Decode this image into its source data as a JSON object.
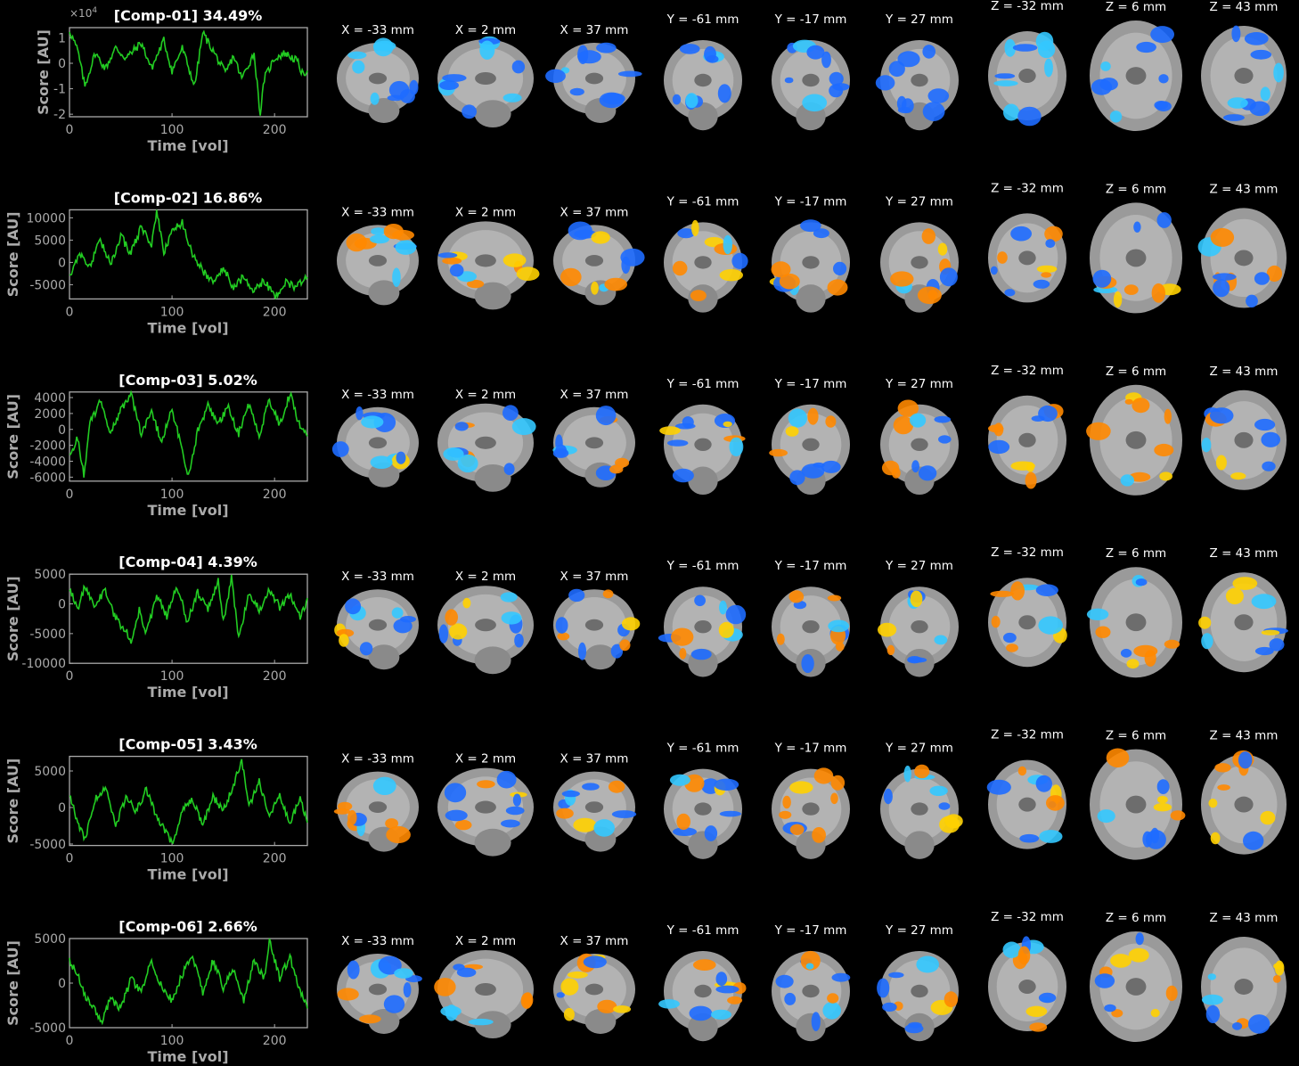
{
  "axes_common": {
    "xlabel": "Time [vol]",
    "ylabel": "Score [AU]",
    "xlim": [
      0,
      232
    ],
    "xticks": [
      0,
      100,
      200
    ]
  },
  "slice_labels": {
    "sagittal": [
      "X = -33 mm",
      "X = 2 mm",
      "X = 37 mm"
    ],
    "coronal": [
      "Y = -61 mm",
      "Y = -17 mm",
      "Y = 27 mm"
    ],
    "axial": [
      "Z = -32 mm",
      "Z = 6 mm",
      "Z = 43 mm"
    ]
  },
  "colors": {
    "trace": "#22cc22",
    "positive_map": "#ff8800",
    "positive_map_peak": "#ffd000",
    "negative_map": "#1e6cff",
    "negative_map_peak": "#33c8ff",
    "brain": "#9a9a9a",
    "axis": "#aaaaaa",
    "plot_bg": "#000000"
  },
  "components": [
    {
      "title": "[Comp-01] 34.49%",
      "multiplier_base": "×10",
      "multiplier_exp": "4",
      "ylim": [
        -2.1,
        1.4
      ],
      "yticks": [
        1,
        0,
        -1,
        -2
      ],
      "ytick_labels": [
        "1",
        "0",
        "-1",
        "-2"
      ]
    },
    {
      "title": "[Comp-02] 16.86%",
      "ylim": [
        -8200,
        11800
      ],
      "yticks": [
        10000,
        5000,
        0,
        -5000
      ],
      "ytick_labels": [
        "10000",
        "5000",
        "0",
        "-5000"
      ]
    },
    {
      "title": "[Comp-03] 5.02%",
      "ylim": [
        -6500,
        4700
      ],
      "yticks": [
        4000,
        2000,
        0,
        -2000,
        -4000,
        -6000
      ],
      "ytick_labels": [
        "4000",
        "2000",
        "0",
        "-2000",
        "-4000",
        "-6000"
      ]
    },
    {
      "title": "[Comp-04] 4.39%",
      "ylim": [
        -10000,
        5000
      ],
      "yticks": [
        5000,
        0,
        -5000,
        -10000
      ],
      "ytick_labels": [
        "5000",
        "0",
        "-5000",
        "-10000"
      ]
    },
    {
      "title": "[Comp-05] 3.43%",
      "ylim": [
        -5200,
        7000
      ],
      "yticks": [
        5000,
        0,
        -5000
      ],
      "ytick_labels": [
        "5000",
        "0",
        "-5000"
      ]
    },
    {
      "title": "[Comp-06] 2.66%",
      "ylim": [
        -5000,
        5000
      ],
      "yticks": [
        5000,
        0,
        -5000
      ],
      "ytick_labels": [
        "5000",
        "0",
        "-5000"
      ]
    }
  ],
  "chart_data": [
    {
      "type": "line",
      "title": "[Comp-01] 34.49%",
      "xlabel": "Time [vol]",
      "ylabel": "Score [AU]",
      "ylim": [
        -2.1,
        1.4
      ],
      "y_multiplier": "×10^4",
      "x": [
        0,
        8,
        15,
        25,
        35,
        45,
        55,
        70,
        80,
        92,
        100,
        110,
        122,
        130,
        140,
        152,
        160,
        168,
        180,
        186,
        190,
        200,
        210,
        222,
        228,
        232
      ],
      "series": [
        {
          "values": [
            1.3,
            0.5,
            -0.9,
            0.4,
            -0.2,
            0.6,
            0.2,
            0.8,
            -0.2,
            0.9,
            -0.3,
            0.6,
            -0.9,
            1.2,
            0.5,
            -0.4,
            0.3,
            -0.6,
            0.4,
            -2.0,
            -0.6,
            0.2,
            0.4,
            0.1,
            -0.5,
            -0.2
          ]
        }
      ]
    },
    {
      "type": "line",
      "title": "[Comp-02] 16.86%",
      "xlabel": "Time [vol]",
      "ylabel": "Score [AU]",
      "ylim": [
        -8200,
        11800
      ],
      "x": [
        0,
        10,
        20,
        30,
        40,
        50,
        60,
        70,
        80,
        85,
        92,
        100,
        110,
        120,
        130,
        140,
        150,
        160,
        170,
        180,
        190,
        200,
        210,
        220,
        232
      ],
      "series": [
        {
          "values": [
            -3000,
            2000,
            -1000,
            5000,
            -500,
            6000,
            2000,
            8000,
            4000,
            11500,
            2000,
            7000,
            9000,
            2000,
            -2000,
            -4000,
            -1000,
            -6000,
            -3000,
            -6500,
            -4000,
            -8000,
            -4500,
            -5500,
            -3000
          ]
        }
      ]
    },
    {
      "type": "line",
      "title": "[Comp-03] 5.02%",
      "xlabel": "Time [vol]",
      "ylabel": "Score [AU]",
      "ylim": [
        -6500,
        4700
      ],
      "x": [
        0,
        8,
        14,
        20,
        30,
        40,
        50,
        60,
        70,
        80,
        90,
        100,
        110,
        116,
        125,
        135,
        145,
        155,
        165,
        175,
        185,
        195,
        205,
        215,
        225,
        232
      ],
      "series": [
        {
          "values": [
            -3500,
            -1000,
            -5800,
            800,
            3500,
            -500,
            2500,
            4300,
            -500,
            2000,
            -1500,
            2500,
            -2500,
            -6000,
            -200,
            3000,
            800,
            2800,
            -500,
            3200,
            -800,
            3800,
            500,
            4500,
            200,
            -800
          ]
        }
      ]
    },
    {
      "type": "line",
      "title": "[Comp-04] 4.39%",
      "xlabel": "Time [vol]",
      "ylabel": "Score [AU]",
      "ylim": [
        -10000,
        5000
      ],
      "x": [
        0,
        8,
        15,
        25,
        35,
        45,
        55,
        60,
        68,
        75,
        85,
        95,
        105,
        115,
        125,
        135,
        145,
        150,
        158,
        165,
        175,
        185,
        195,
        205,
        215,
        225,
        232
      ],
      "series": [
        {
          "values": [
            2500,
            -1000,
            3200,
            -500,
            2500,
            -2500,
            -4500,
            -6500,
            -1000,
            -5000,
            1500,
            -2000,
            3000,
            -3000,
            2000,
            -1000,
            4000,
            -3000,
            4500,
            -6000,
            2000,
            -1000,
            2500,
            -500,
            1500,
            -2000,
            500
          ]
        }
      ]
    },
    {
      "type": "line",
      "title": "[Comp-05] 3.43%",
      "xlabel": "Time [vol]",
      "ylabel": "Score [AU]",
      "ylim": [
        -5200,
        7000
      ],
      "x": [
        0,
        8,
        15,
        25,
        35,
        45,
        55,
        65,
        75,
        85,
        95,
        100,
        110,
        120,
        130,
        140,
        150,
        160,
        168,
        175,
        185,
        195,
        205,
        215,
        225,
        232
      ],
      "series": [
        {
          "values": [
            1500,
            -2000,
            -4500,
            1000,
            3000,
            -2500,
            1500,
            -500,
            2500,
            -1500,
            -3500,
            -5000,
            -500,
            1000,
            -2500,
            1500,
            -500,
            3000,
            6500,
            0,
            3500,
            -1000,
            2000,
            -2500,
            1500,
            -2000
          ]
        }
      ]
    },
    {
      "type": "line",
      "title": "[Comp-06] 2.66%",
      "xlabel": "Time [vol]",
      "ylabel": "Score [AU]",
      "ylim": [
        -5000,
        5000
      ],
      "x": [
        0,
        8,
        15,
        25,
        32,
        40,
        50,
        60,
        70,
        80,
        90,
        100,
        110,
        120,
        130,
        140,
        150,
        160,
        170,
        180,
        190,
        195,
        205,
        215,
        225,
        232
      ],
      "series": [
        {
          "values": [
            2500,
            1000,
            -1500,
            -3000,
            -4500,
            -1500,
            -3000,
            500,
            -1000,
            2500,
            -500,
            -2000,
            1000,
            3000,
            -1000,
            2500,
            -500,
            1500,
            -2000,
            2500,
            500,
            4800,
            500,
            3000,
            -1000,
            -2500
          ]
        }
      ]
    }
  ]
}
